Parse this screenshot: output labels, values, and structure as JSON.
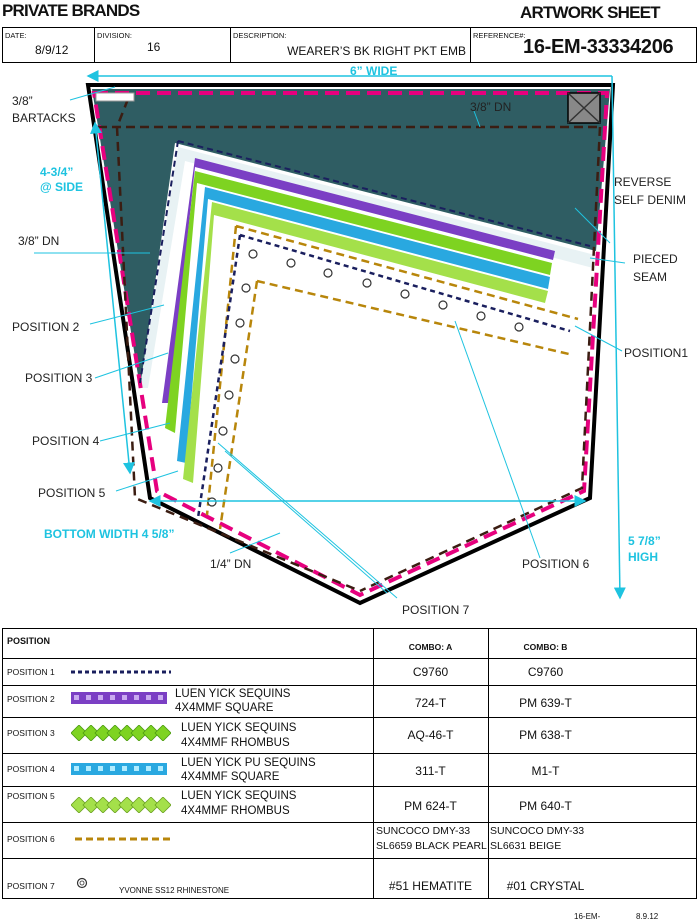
{
  "header": {
    "left": "PRIVATE BRANDS",
    "right": "ARTWORK SHEET"
  },
  "info": {
    "date_label": "DATE:",
    "date": "8/9/12",
    "division_label": "DIVISION:",
    "division": "16",
    "description_label": "DESCRIPTION:",
    "description": "WEARER’S BK RIGHT PKT EMB",
    "reference_label": "REFERENCE#:",
    "reference": "16-EM-33334206"
  },
  "drawing": {
    "width_dim": "6” WIDE",
    "side_dim_1": "4-3/4”",
    "side_dim_2": "@ SIDE",
    "bottom_dim": "BOTTOM WIDTH 4 5/8”",
    "height_dim_1": "5 7/8”",
    "height_dim_2": "HIGH",
    "bartacks_1": "3/8”",
    "bartacks_2": "BARTACKS",
    "top_dn": "3/8” DN",
    "side_dn": "3/8” DN",
    "bottom_dn": "1/4” DN",
    "reverse_1": "REVERSE",
    "reverse_2": "SELF DENIM",
    "pieced_1": "PIECED",
    "pieced_2": "SEAM",
    "position1": "POSITION1",
    "position2": "POSITION 2",
    "position3": "POSITION 3",
    "position4": "POSITION 4",
    "position5": "POSITION 5",
    "position6": "POSITION 6",
    "position7": "POSITION 7",
    "colors": {
      "denim": "#2f5d63",
      "pink": "#e6007e",
      "navy": "#1a1f5e",
      "gold": "#b8860b",
      "brown": "#3b1d12",
      "cyan": "#1ec3e0",
      "purple": "#7b3fc4",
      "green": "#7ed321",
      "blue": "#29a8e0",
      "lime": "#a4e04a"
    }
  },
  "table": {
    "head": {
      "position": "POSITION",
      "combo_a": "COMBO: A",
      "combo_b": "COMBO: B"
    },
    "rows": [
      {
        "pos": "POSITION 1",
        "desc1": "",
        "desc2": "",
        "a": "C9760",
        "b": "C9760"
      },
      {
        "pos": "POSITION 2",
        "desc1": "LUEN YICK SEQUINS",
        "desc2": "4X4MMF SQUARE",
        "a": "724-T",
        "b": "PM 639-T"
      },
      {
        "pos": "POSITION 3",
        "desc1": "LUEN YICK SEQUINS",
        "desc2": "4X4MMF RHOMBUS",
        "a": "AQ-46-T",
        "b": "PM 638-T"
      },
      {
        "pos": "POSITION 4",
        "desc1": "LUEN YICK PU SEQUINS",
        "desc2": "4X4MMF SQUARE",
        "a": "311-T",
        "b": "M1-T"
      },
      {
        "pos": "POSITION 5",
        "desc1": "LUEN YICK SEQUINS",
        "desc2": "4X4MMF RHOMBUS",
        "a": "PM 624-T",
        "b": "PM 640-T"
      },
      {
        "pos": "POSITION 6",
        "desc1": "",
        "desc2": "",
        "a1": "SUNCOCO DMY-33",
        "a2": "SL6659 BLACK PEARL",
        "b1": "SUNCOCO DMY-33",
        "b2": "SL6631 BEIGE"
      },
      {
        "pos": "POSITION 7",
        "desc1": "YVONNE SS12 RHINESTONE",
        "desc2": "",
        "a": "#51 HEMATITE",
        "b": "#01 CRYSTAL"
      }
    ]
  },
  "footer": {
    "ref": "16-EM-",
    "date": "8.9.12"
  }
}
